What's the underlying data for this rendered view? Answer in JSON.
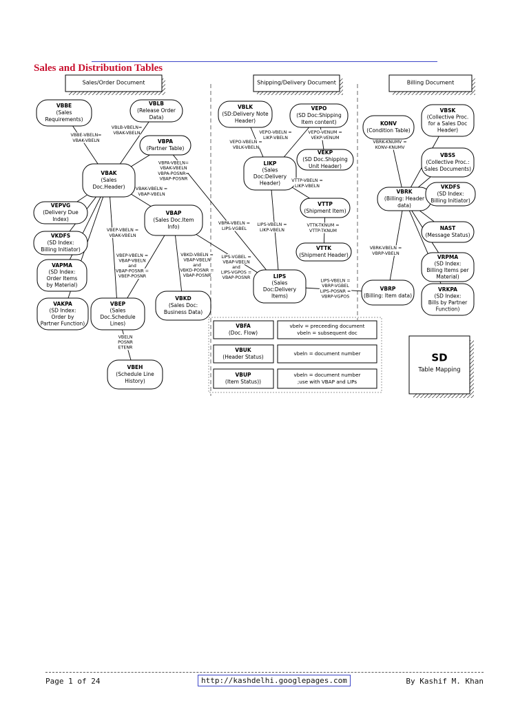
{
  "page_title": "Sales and Distribution Tables",
  "footer": {
    "page": "Page 1 of 24",
    "link": "http://kashdelhi.googlepages.com",
    "author": "By Kashif M. Khan"
  },
  "sections": {
    "sales": "Sales/Order Document",
    "shipping": "Shipping/Delivery Document",
    "billing": "Billing Document"
  },
  "nodes": {
    "vbbe": [
      "VBBE",
      "(Sales",
      "Requirements)"
    ],
    "vblb": [
      "VBLB",
      "(Release Order",
      "Data)"
    ],
    "vbpa": [
      "VBPA",
      "(Partner Table)"
    ],
    "vbak": [
      "VBAK",
      "(Sales",
      "Doc.Header)"
    ],
    "vepvg": [
      "VEPVG",
      "(Delivery Due",
      "Index)"
    ],
    "vkdfs_s": [
      "VKDFS",
      "(SD Index:",
      "Billing Initiator)"
    ],
    "vapma": [
      "VAPMA",
      "(SD Index:",
      "Order Items",
      "by Material)"
    ],
    "vakpa": [
      "VAKPA",
      "(SD Index:",
      "Order by",
      "Partner Function)"
    ],
    "vbap": [
      "VBAP",
      "(Sales Doc.Item",
      "Info)"
    ],
    "vbep": [
      "VBEP",
      "(Sales",
      "Doc.Schedule",
      "Lines)"
    ],
    "vbkd": [
      "VBKD",
      "(Sales Doc:",
      "Business Data)"
    ],
    "vbeh": [
      "VBEH",
      "(Schedule Line",
      "History)"
    ],
    "vblk": [
      "VBLK",
      "(SD:Delivery Note",
      "Header)"
    ],
    "vepo": [
      "VEPO",
      "(SD Doc:Shipping",
      "Item content)"
    ],
    "verp": [
      "VEKP",
      "(SD Doc.Shipping",
      "Unit Header)"
    ],
    "likp": [
      "LIKP",
      "(Sales",
      "Doc:Delivery",
      "Header)"
    ],
    "vttp": [
      "VTTP",
      "(Shipment Item)"
    ],
    "vttk": [
      "VTTK",
      "(Shipment Header)"
    ],
    "lips": [
      "LIPS",
      "(Sales",
      "Doc:Delivery",
      "Items)"
    ],
    "konv": [
      "KONV",
      "(Condition Table)"
    ],
    "vbsk": [
      "VBSK",
      "(Collective Proc.",
      "for a Sales Doc",
      "Header)"
    ],
    "vbss": [
      "VBSS",
      "(Collective Proc.:",
      "Sales Documents)"
    ],
    "vbrk": [
      "VBRK",
      "(Billing: Header",
      "data)"
    ],
    "vkdfs_b": [
      "VKDFS",
      "(SD Index:",
      "Billing Initiator)"
    ],
    "nast": [
      "NAST",
      "(Message Status)"
    ],
    "vrpma": [
      "VRPMA",
      "(SD Index:",
      "Billing Items per",
      "Material)"
    ],
    "vbrp": [
      "VBRP",
      "(Billing: Item data)"
    ],
    "vrkpa": [
      "VRKPA",
      "(SD Index:",
      "Bills by Partner",
      "Function)"
    ]
  },
  "links": {
    "vbbe_vbak": [
      "VBBE-VBELN=",
      "VBAK-VBELN"
    ],
    "vblb_vbak": [
      "VBLB-VBELN=",
      "VBAK-VBELN"
    ],
    "vbpa_vbak": [
      "VBPA-VBELN=",
      "VBAK-VBELN",
      "VBPA-POSNR=",
      "VBAP-POSNR"
    ],
    "vbak_vbap": [
      "VBAK-VBELN =",
      "VBAP-VBELN"
    ],
    "vbak_vbep": [
      "VBEP-VBELN =",
      "VBAK-VBELN"
    ],
    "vbap_vbep": [
      "VBEP-VBELN =",
      "VBAP-VBELN",
      "and",
      "VBAP-POSNR =",
      "VBEP-POSNR"
    ],
    "vbap_vbkd": [
      "VBKD-VBELN =",
      "VBAP-VBELN",
      "and",
      "VBKD-POSNR =",
      "VBAP-POSNR"
    ],
    "vbep_vbeh": [
      "VBELN",
      "POSNR",
      "ETENR"
    ],
    "vbpa_lips": [
      "VBPA-VBELN =",
      "LIPS-VGBEL"
    ],
    "vbap_lips": [
      "LIPS-VGBEL =",
      "VBAP-VBELN",
      "and",
      "LIPS-VGPOS =",
      "VBAP-POSNR"
    ],
    "vepo_likp": [
      "VEPO-VBELN =",
      "LIKP-VBELN"
    ],
    "verp_vepo": [
      "VEPO-VENUM =",
      "VEKP-VENUM"
    ],
    "vblk_likp": [
      "VEPO-VBELN =",
      "VBLK-VBELN"
    ],
    "vttp_likp": [
      "VTTP-VBELN =",
      "LIKP-VBELN"
    ],
    "likp_lips": [
      "LIPS-VBELN =",
      "LIKP-VBELN"
    ],
    "vttk_vttp": [
      "VTTK-TKNUM =",
      "VTTP-TKNUM"
    ],
    "lips_vbrp": [
      "LIPS-VBELN =",
      "VBRP-VGBEL",
      "LIPS-POSNR =",
      "VBRP-VGPOS"
    ],
    "konv_vbrk": [
      "VBRK-KNUMV =",
      "KONV-KNUMV"
    ],
    "vbrk_vbrp": [
      "VBRK-VBELN =",
      "VBRP-VBELN"
    ]
  },
  "legend": [
    {
      "table": [
        "VBFA",
        "(Doc. Flow)"
      ],
      "desc": [
        "vbelv = preceeding document",
        "vbeln = subsequent doc"
      ]
    },
    {
      "table": [
        "VBUK",
        "(Header Status)"
      ],
      "desc": [
        "vbeln = document number"
      ]
    },
    {
      "table": [
        "VBUP",
        "(Item Status))"
      ],
      "desc": [
        "vbeln = document number",
        ";use with VBAP and LIPs"
      ]
    }
  ],
  "sd_box": {
    "title": "SD",
    "subtitle": "Table Mapping"
  }
}
